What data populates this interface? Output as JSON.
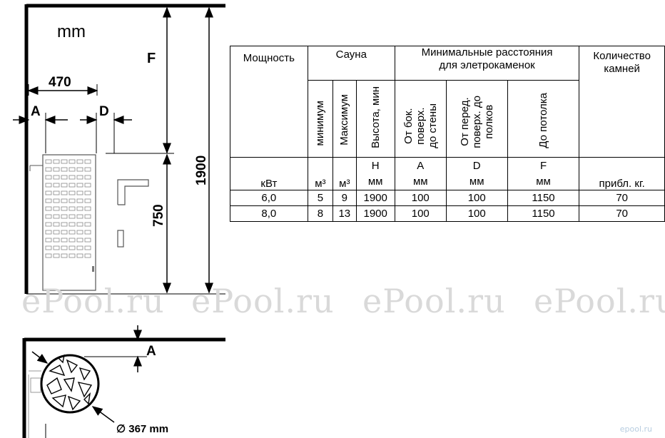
{
  "drawing": {
    "units": "mm",
    "dim_width": "470",
    "dim_a": "A",
    "dim_d": "D",
    "dim_f": "F",
    "dim_height_total": "1900",
    "dim_heater_height": "750",
    "dim_a_plan": "A",
    "diameter_label": "∅ 367 mm"
  },
  "table": {
    "h_power": "Мощность",
    "h_sauna": "Сауна",
    "h_min_dist": "Минимальные расстояния\nдля элетрокаменок",
    "h_stones": "Количество\nкамней",
    "sub_min": "минимум",
    "sub_max": "Максимум",
    "sub_height": "Высота, мин",
    "sub_a": "От бок.\nповерх.\nдо стены",
    "sub_d": "От перед.\nповерх. до\nполков",
    "sub_f": "До потолка",
    "letter_h": "H",
    "letter_a": "A",
    "letter_d": "D",
    "letter_f": "F",
    "unit_kw": "кВт",
    "unit_m3": "м³",
    "unit_m3_b": "м³",
    "unit_mm": "мм",
    "unit_mm_a": "мм",
    "unit_mm_d": "мм",
    "unit_mm_f": "мм",
    "unit_kg": "прибл. кг.",
    "rows": [
      [
        "6,0",
        "5",
        "9",
        "1900",
        "100",
        "100",
        "1150",
        "70"
      ],
      [
        "8,0",
        "8",
        "13",
        "1900",
        "100",
        "100",
        "1150",
        "70"
      ]
    ]
  },
  "watermarks": [
    "ePool.ru",
    "ePool.ru",
    "ePool.ru",
    "ePool.ru"
  ],
  "corner_mark": "epool.ru"
}
